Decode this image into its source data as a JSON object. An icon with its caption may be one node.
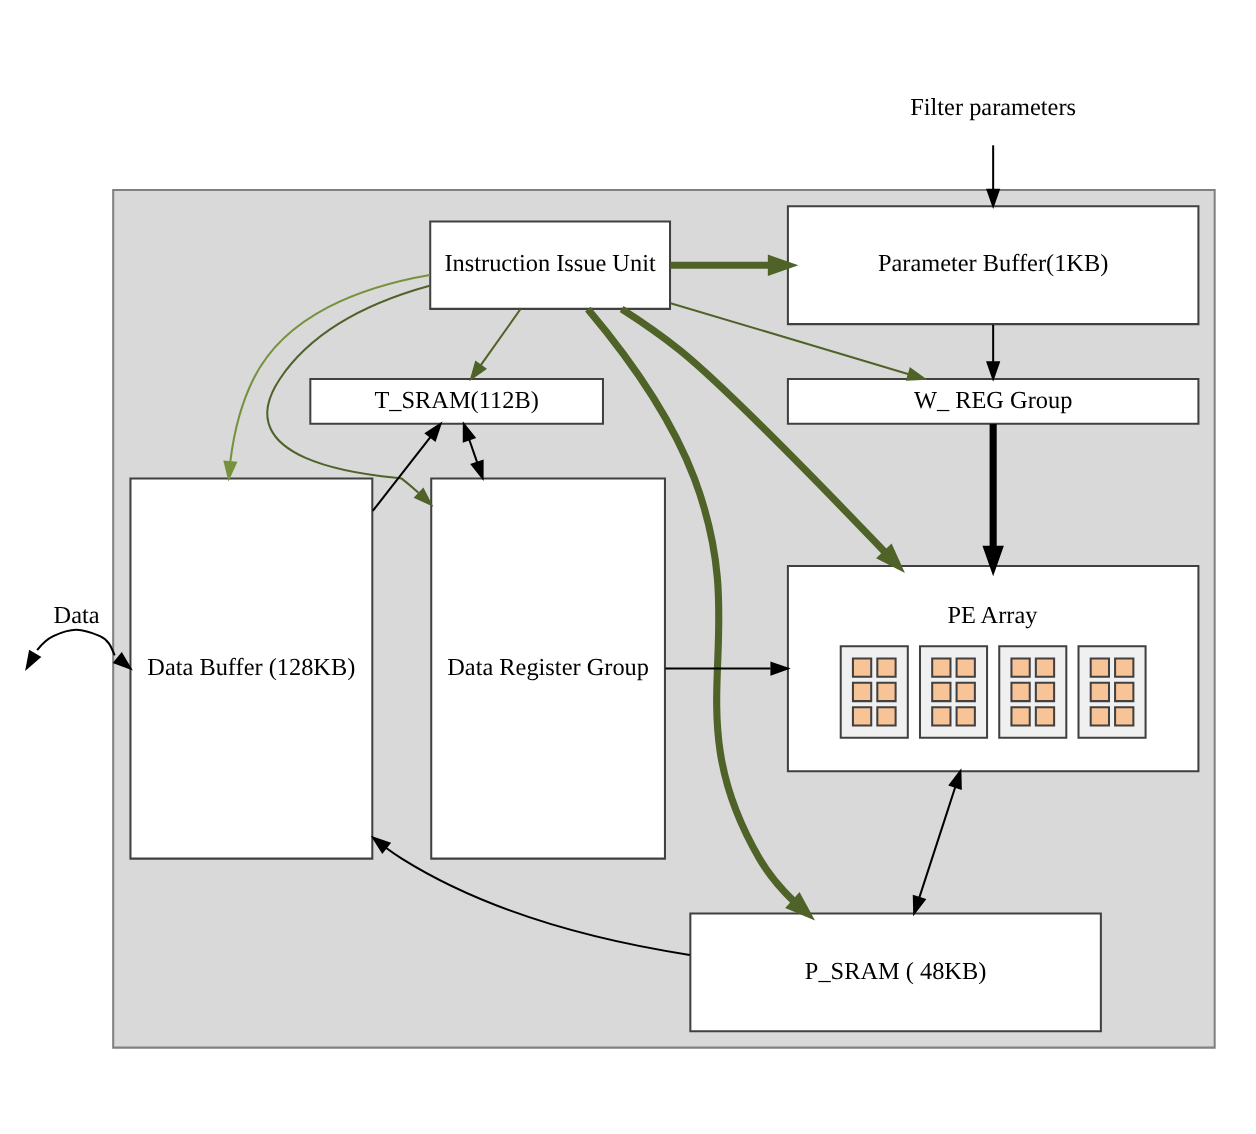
{
  "diagram": {
    "nodes": [
      {
        "text": [
          "Filter parameters"
        ]
      },
      {
        "text": [],
        "shape": "box"
      },
      {
        "text": [
          "Instruction Issue Unit"
        ],
        "in": 1
      },
      {
        "text": [
          "Parameter Buffer(1KB)"
        ],
        "in": 1
      },
      {
        "text": [
          "T_SRAM(112B)"
        ],
        "in": 1
      },
      {
        "text": [
          "W_ REG Group"
        ],
        "in": 1
      },
      {
        "text": [
          "PE Array"
        ],
        "in": 1
      },
      {
        "text": [
          "Data Buffer (128KB)"
        ],
        "in": 1
      },
      {
        "text": [
          "Data Register Group"
        ],
        "in": 1
      },
      {
        "text": [
          "P_SRAM ( 48KB)"
        ],
        "in": 1
      }
    ],
    "edges": [
      {
        "from": 0,
        "to": 3,
        "arrow": "to"
      },
      {
        "from": 3,
        "to": 5,
        "arrow": "to"
      },
      {
        "from": 5,
        "to": 6,
        "arrow": "to",
        "style": "thick"
      },
      {
        "from": 6,
        "to": 9,
        "arrow": "both"
      },
      {
        "from": 9,
        "to": 7,
        "arrow": "to"
      },
      {
        "from": 7,
        "to": 4,
        "arrow": "to"
      },
      {
        "from": 4,
        "to": 8,
        "arrow": "both"
      },
      {
        "from": 8,
        "to": 6,
        "arrow": "to"
      },
      {
        "from": 2,
        "to": 7,
        "arrow": "to",
        "color": "#76923c"
      },
      {
        "from": 2,
        "to": 3,
        "arrow": "to",
        "style": "thick",
        "color": "#4f6228"
      },
      {
        "from": 2,
        "to": 4,
        "arrow": "to",
        "color": "#4f6228"
      },
      {
        "from": 2,
        "to": 5,
        "arrow": "to",
        "color": "#4f6228"
      },
      {
        "from": 2,
        "to": 8,
        "arrow": "to",
        "color": "#4f6228"
      },
      {
        "from": 2,
        "to": 6,
        "arrow": "to",
        "style": "thick",
        "color": "#4f6228"
      },
      {
        "from": 2,
        "to": 9,
        "arrow": "to",
        "style": "thick",
        "color": "#4f6228"
      },
      {
        "from": null,
        "to": 7,
        "arrow": "both",
        "label": "Data"
      }
    ]
  }
}
